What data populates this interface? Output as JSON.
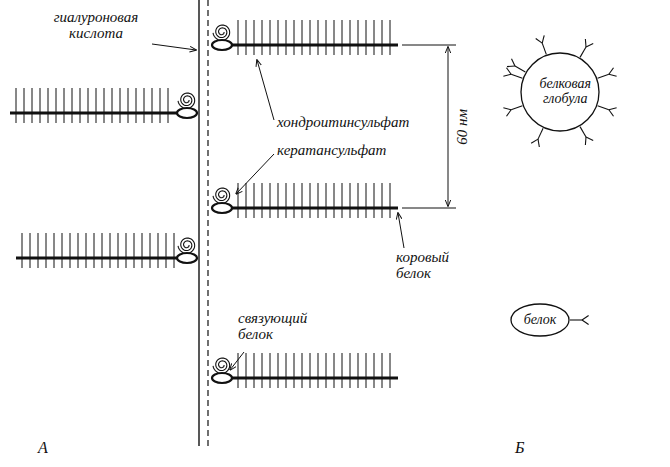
{
  "diagram": {
    "nodes": [
      {
        "text": [
          "белковая глобула"
        ]
      },
      {
        "text": [
          "белок"
        ]
      }
    ],
    "labels": [
      "гиалуроновая кислота",
      "хондроитинсульфат",
      "кератансульфат",
      "60 нм",
      "коровый белок",
      "связующий белок",
      "А",
      "Б"
    ]
  }
}
